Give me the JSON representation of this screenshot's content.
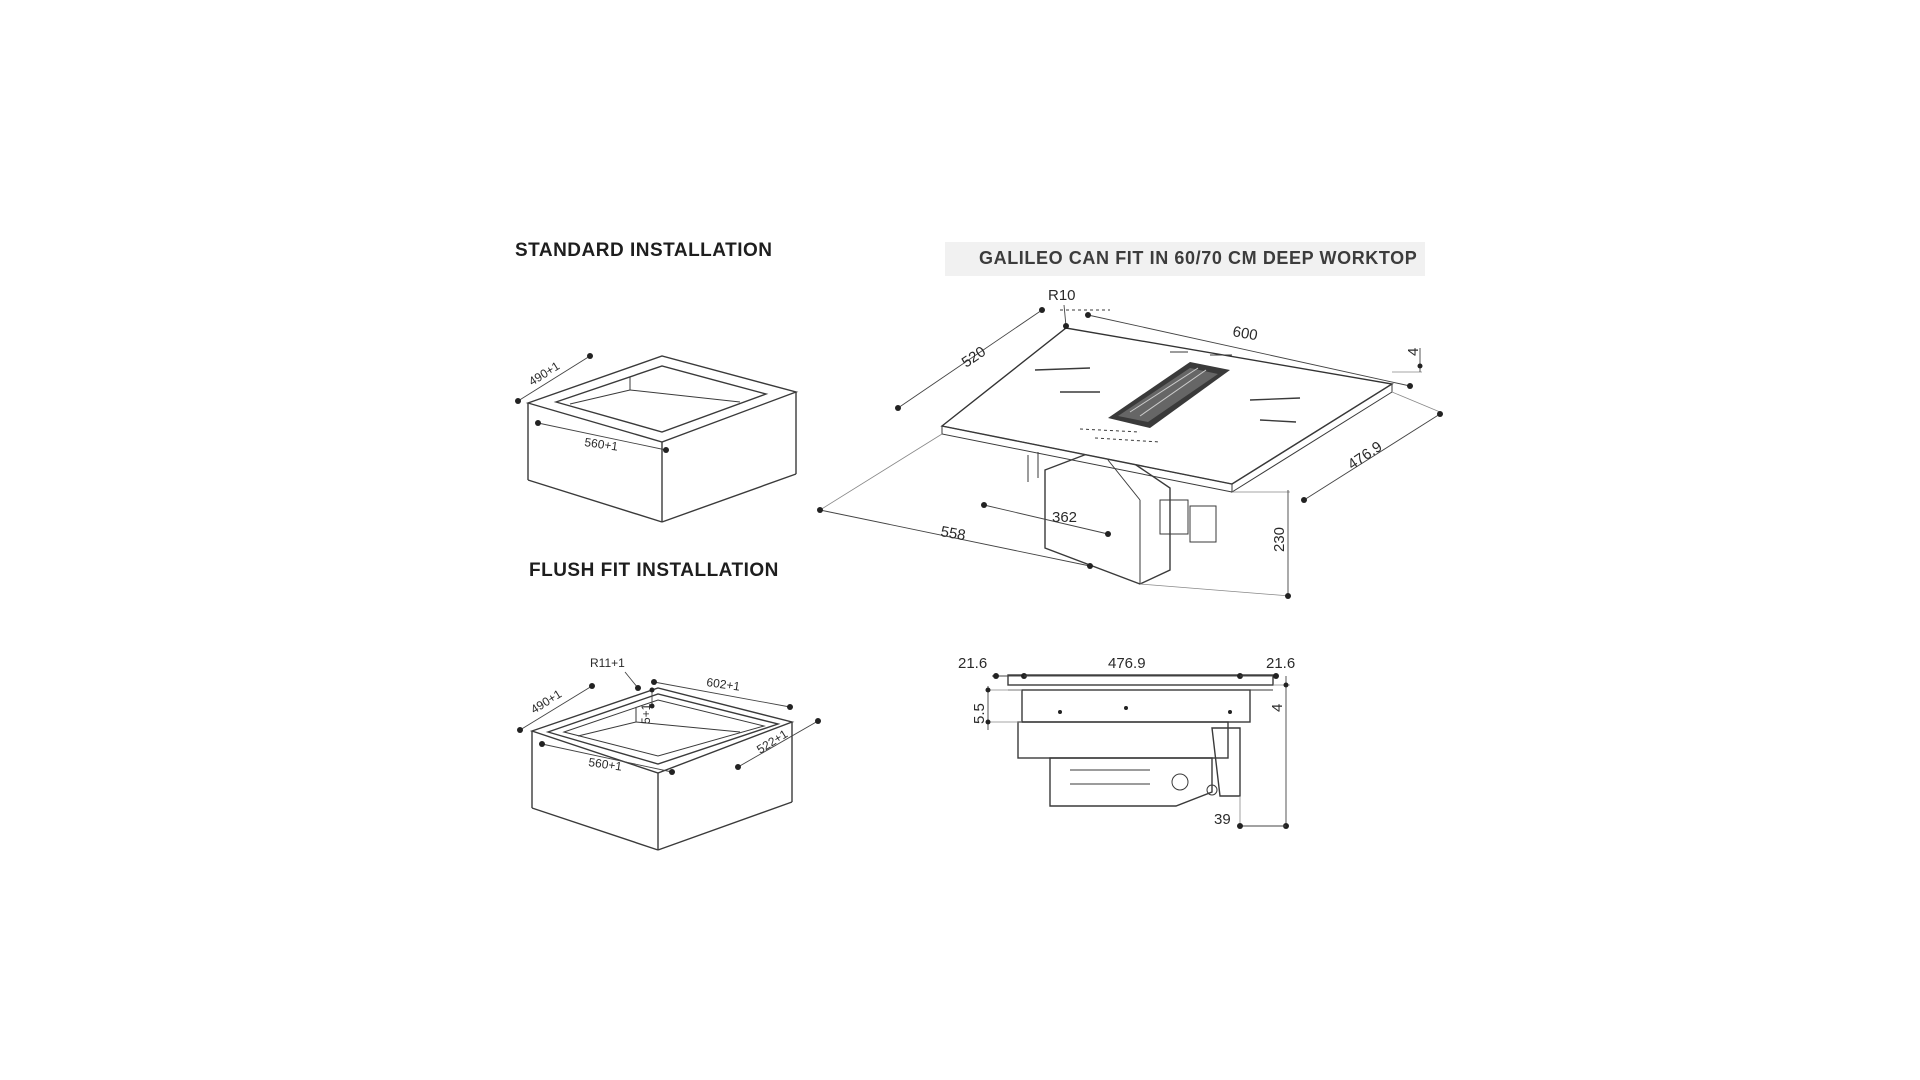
{
  "headings": {
    "standard": "STANDARD INSTALLATION",
    "flush": "FLUSH FIT INSTALLATION",
    "banner": "GALILEO CAN FIT IN 60/70 CM DEEP WORKTOP"
  },
  "standard_cutout": {
    "depth": "490+1",
    "width": "560+1"
  },
  "flush_cutout": {
    "depth": "490+1",
    "radius": "R11+1",
    "outer_width": "602+1",
    "rebate": "5+1",
    "outer_depth": "522+1",
    "width": "560+1"
  },
  "hob_iso": {
    "radius": "R10",
    "width": "600",
    "depth": "520",
    "glass": "4",
    "cut_depth": "476.9",
    "unit_depth": "362",
    "overall": "558",
    "height": "230"
  },
  "side_view": {
    "left": "21.6",
    "center": "476.9",
    "right": "21.6",
    "lip": "5.5",
    "glass": "4",
    "offset": "39"
  },
  "colors": {
    "line": "#3a3a3a",
    "text": "#1e1e1e",
    "banner_bg": "#f1f1f1",
    "background": "#ffffff"
  }
}
